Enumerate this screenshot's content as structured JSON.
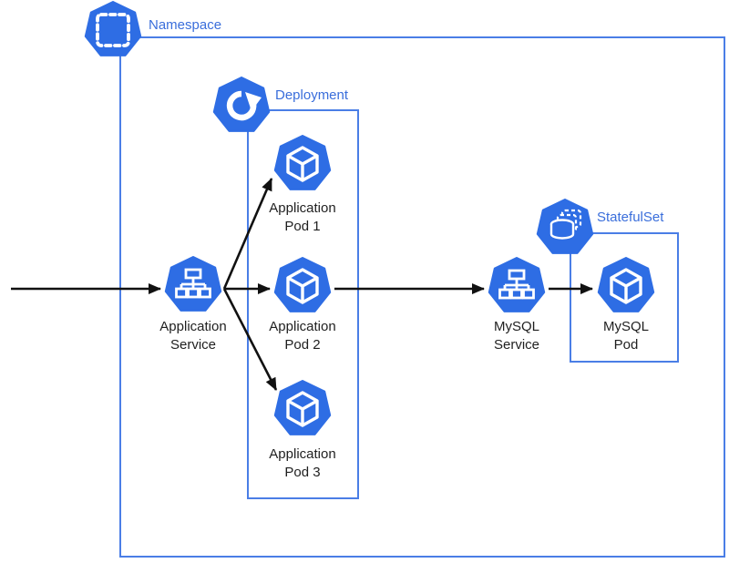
{
  "diagram": {
    "groups": {
      "namespace": {
        "label": "Namespace"
      },
      "deployment": {
        "label": "Deployment"
      },
      "statefulset": {
        "label": "StatefulSet"
      }
    },
    "nodes": {
      "app_service": {
        "line1": "Application",
        "line2": "Service",
        "kind": "service"
      },
      "app_pod1": {
        "line1": "Application",
        "line2": "Pod 1",
        "kind": "pod"
      },
      "app_pod2": {
        "line1": "Application",
        "line2": "Pod 2",
        "kind": "pod"
      },
      "app_pod3": {
        "line1": "Application",
        "line2": "Pod 3",
        "kind": "pod"
      },
      "mysql_service": {
        "line1": "MySQL",
        "line2": "Service",
        "kind": "service"
      },
      "mysql_pod": {
        "line1": "MySQL",
        "line2": "Pod",
        "kind": "pod"
      }
    },
    "edges": [
      {
        "from": "external",
        "to": "app_service"
      },
      {
        "from": "app_service",
        "to": "app_pod1"
      },
      {
        "from": "app_service",
        "to": "app_pod2"
      },
      {
        "from": "app_service",
        "to": "app_pod3"
      },
      {
        "from": "app_pod2",
        "to": "mysql_service"
      },
      {
        "from": "mysql_service",
        "to": "mysql_pod"
      }
    ],
    "colors": {
      "icon_blue": "#2e6de4",
      "border_blue": "#4a7ee6",
      "label_blue": "#3a6edb",
      "arrow_black": "#111111",
      "node_text": "#1f1f1f",
      "background": "#ffffff"
    }
  }
}
